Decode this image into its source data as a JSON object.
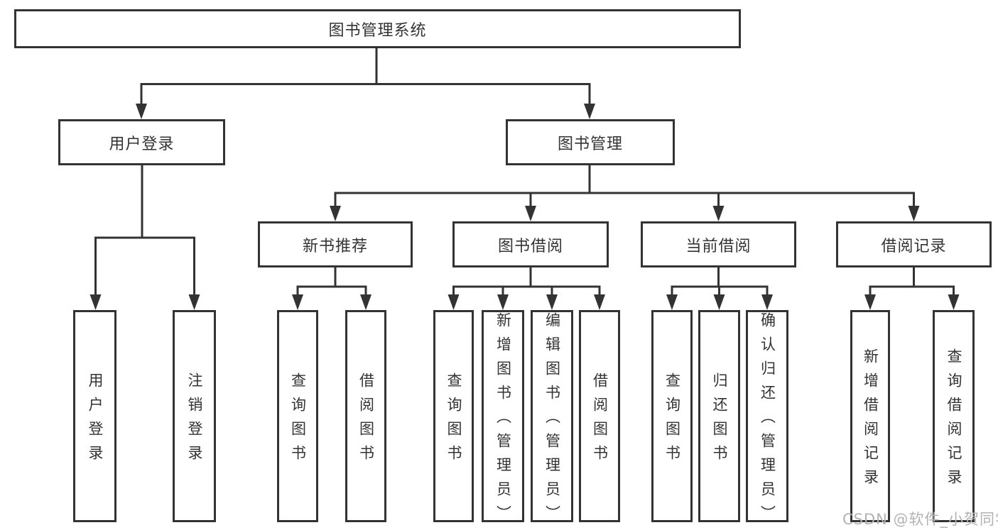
{
  "diagram": {
    "title": "图书管理系统",
    "watermark": "CSDN @软件_小贺同学",
    "colors": {
      "line": "#333333",
      "text": "#333333",
      "box_background": "#ffffff",
      "page_background": "#ffffff",
      "watermark": "#b3b3b3"
    },
    "root": {
      "label": "图书管理系统",
      "children": [
        {
          "label": "用户登录",
          "children": [
            {
              "label": "用户登录"
            },
            {
              "label": "注销登录"
            }
          ]
        },
        {
          "label": "图书管理",
          "children": [
            {
              "label": "新书推荐",
              "children": [
                {
                  "label": "查询图书"
                },
                {
                  "label": "借阅图书"
                }
              ]
            },
            {
              "label": "图书借阅",
              "children": [
                {
                  "label": "查询图书"
                },
                {
                  "label": "新增图书（管理员）"
                },
                {
                  "label": "编辑图书（管理员）"
                },
                {
                  "label": "借阅图书"
                }
              ]
            },
            {
              "label": "当前借阅",
              "children": [
                {
                  "label": "查询图书"
                },
                {
                  "label": "归还图书"
                },
                {
                  "label": "确认归还（管理员）"
                }
              ]
            },
            {
              "label": "借阅记录",
              "children": [
                {
                  "label": "新增借阅记录"
                },
                {
                  "label": "查询借阅记录"
                }
              ]
            }
          ]
        }
      ]
    }
  }
}
